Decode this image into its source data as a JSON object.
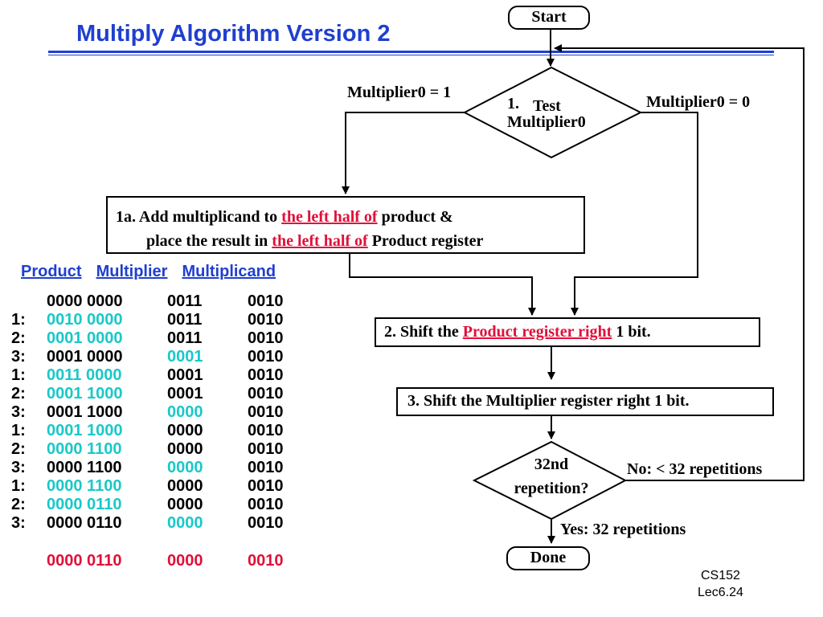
{
  "title": "Multiply Algorithm Version 2",
  "flow": {
    "start": "Start",
    "test_num": "1.",
    "test_word": "Test",
    "test_reg": "Multiplier0",
    "branch_one": "Multiplier0 = 1",
    "branch_zero": "Multiplier0 = 0",
    "step1a": {
      "line1_a": "1a. Add multiplicand to ",
      "line1_red": "the left half of",
      "line1_b": " product &",
      "line2_a": "place the result in ",
      "line2_red": "the left half of",
      "line2_b": " Product register"
    },
    "step2": {
      "a": "2. Shift the ",
      "red": "Product register right",
      "b": " 1 bit."
    },
    "step3": "3. Shift the Multiplier register right 1 bit.",
    "rep_line1": "32nd",
    "rep_line2": "repetition?",
    "no_label": "No: < 32 repetitions",
    "yes_label": "Yes: 32 repetitions",
    "done": "Done"
  },
  "table": {
    "headers": [
      "Product",
      "Multiplier",
      "Multiplicand"
    ],
    "initial": {
      "step": "",
      "product": "0000 0000",
      "multiplier": "0011",
      "multiplicand": "0010"
    },
    "rows": [
      {
        "step": "1:",
        "product": "0010 0000",
        "multiplier": "0011",
        "multiplicand": "0010",
        "hl": "product"
      },
      {
        "step": "2:",
        "product": "0001 0000",
        "multiplier": "0011",
        "multiplicand": "0010",
        "hl": "product"
      },
      {
        "step": "3:",
        "product": "0001 0000",
        "multiplier": "0001",
        "multiplicand": "0010",
        "hl": "multiplier"
      },
      {
        "step": "1:",
        "product": "0011 0000",
        "multiplier": "0001",
        "multiplicand": "0010",
        "hl": "product"
      },
      {
        "step": "2:",
        "product": "0001 1000",
        "multiplier": "0001",
        "multiplicand": "0010",
        "hl": "product"
      },
      {
        "step": "3:",
        "product": "0001 1000",
        "multiplier": "0000",
        "multiplicand": "0010",
        "hl": "multiplier"
      },
      {
        "step": "1:",
        "product": "0001 1000",
        "multiplier": "0000",
        "multiplicand": "0010",
        "hl": "product"
      },
      {
        "step": "2:",
        "product": "0000 1100",
        "multiplier": "0000",
        "multiplicand": "0010",
        "hl": "product"
      },
      {
        "step": "3:",
        "product": "0000 1100",
        "multiplier": "0000",
        "multiplicand": "0010",
        "hl": "multiplier"
      },
      {
        "step": "1:",
        "product": "0000 1100",
        "multiplier": "0000",
        "multiplicand": "0010",
        "hl": "product"
      },
      {
        "step": "2:",
        "product": "0000 0110",
        "multiplier": "0000",
        "multiplicand": "0010",
        "hl": "product"
      },
      {
        "step": "3:",
        "product": "0000 0110",
        "multiplier": "0000",
        "multiplicand": "0010",
        "hl": "multiplier"
      }
    ],
    "final": {
      "product": "0000 0110",
      "multiplier": "0000",
      "multiplicand": "0010"
    }
  },
  "footer": {
    "course": "CS152",
    "lecture": "Lec6.24"
  },
  "colors": {
    "title": "#1f3fd0",
    "highlight": "#19c8c8",
    "emphasis": "#e0103a"
  }
}
